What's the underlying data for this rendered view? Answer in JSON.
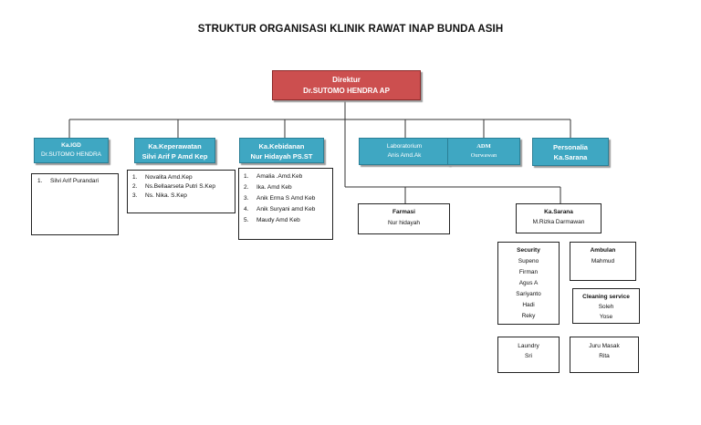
{
  "title": "STRUKTUR ORGANISASI KLINIK RAWAT INAP BUNDA ASIH",
  "direktur": {
    "role": "Direktur",
    "name": "Dr.SUTOMO HENDRA AP"
  },
  "ka_igd": {
    "role": "Ka.IGD",
    "name": "Dr.SUTOMO HENDRA",
    "staff": [
      "Silvi Arif Purandari"
    ]
  },
  "ka_keperawatan": {
    "role": "Ka.Keperawatan",
    "name": "Silvi Arif P Amd Kep",
    "staff": [
      "Novalita Amd.Kep",
      "Ns.Bellaarseta Putri S.Kep",
      "Ns. Nika. S.Kep"
    ]
  },
  "ka_kebidanan": {
    "role": "Ka.Kebidanan",
    "name": "Nur Hidayah PS.ST",
    "staff": [
      "Amalia .Amd.Keb",
      "Ika. Amd Keb",
      "Anik Erma S Amd Keb",
      "Anik Suryani amd Keb",
      "Maudy Amd Keb"
    ]
  },
  "laboratorium": {
    "role": "Laboratorium",
    "name": "Anis Amd.Ak"
  },
  "adm": {
    "role": "ADM",
    "name": "Ourwawan"
  },
  "personalia": {
    "role": "Personalia",
    "name": "Ka.Sarana"
  },
  "farmasi": {
    "role": "Farmasi",
    "name": "Nur hidayah"
  },
  "ka_sarana": {
    "role": "Ka.Sarana",
    "name": "M.Rizka Darmawan"
  },
  "security": {
    "role": "Security",
    "staff": [
      "Supeno",
      "Firman",
      "Agus A",
      "Sariyanto",
      "Hadi",
      "Reky"
    ]
  },
  "ambulan": {
    "role": "Ambulan",
    "staff": [
      "Mahmud"
    ]
  },
  "cleaning": {
    "role": "Cleaning service",
    "staff": [
      "Soleh",
      "Yose"
    ]
  },
  "laundry": {
    "role": "Laundry",
    "staff": [
      "Sri"
    ]
  },
  "juru_masak": {
    "role": "Juru Masak",
    "staff": [
      "Rita"
    ]
  },
  "colors": {
    "director": "#cc4f4f",
    "unit": "#3fa7c2",
    "line": "#333333"
  }
}
